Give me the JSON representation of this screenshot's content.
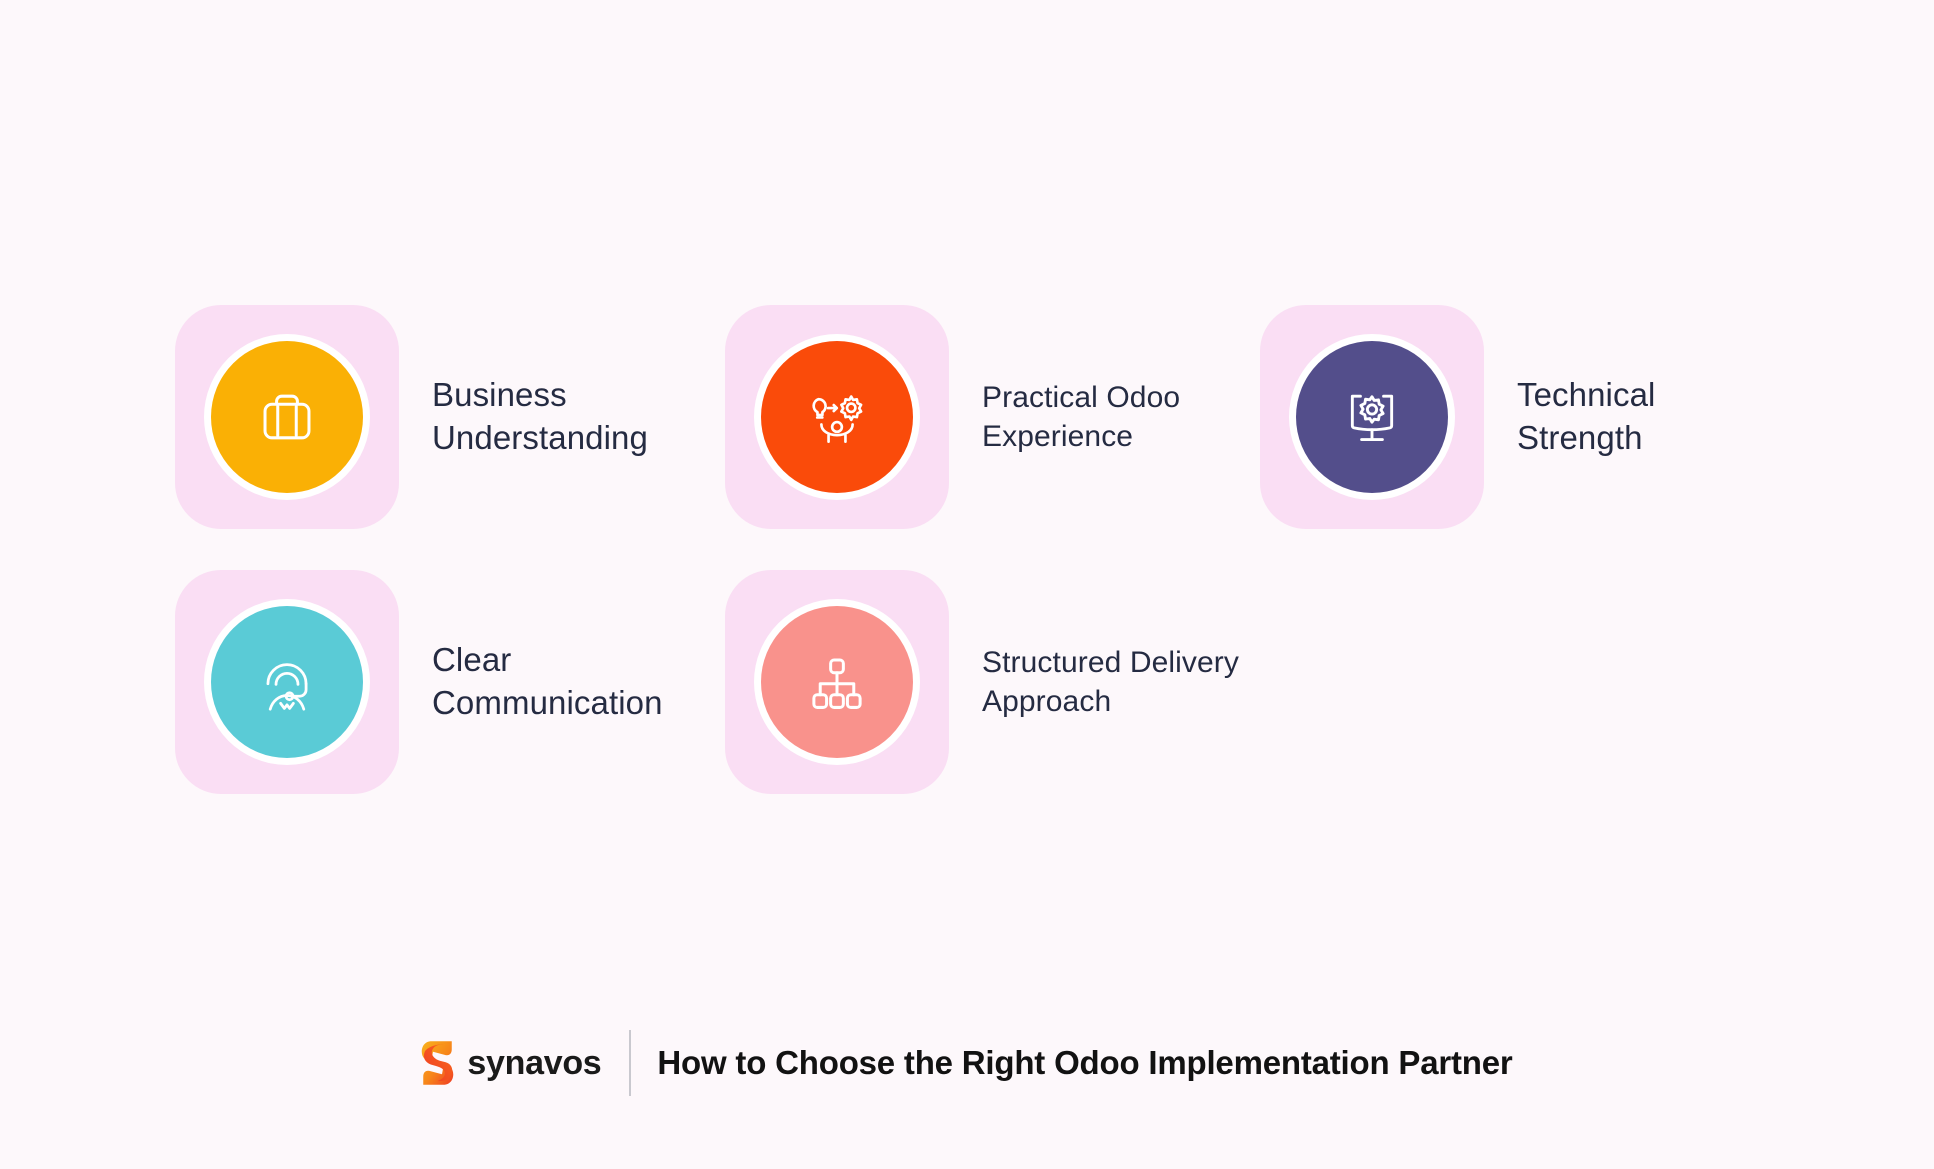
{
  "page": {
    "background_color": "#fdf8fb",
    "text_color": "#252b42",
    "tile_color": "#fadef4",
    "ring_color": "#ffffff"
  },
  "cards": [
    {
      "label": "Business\nUnderstanding",
      "icon": "briefcase-icon",
      "circle_color": "#fab005",
      "size": "normal"
    },
    {
      "label": "Practical Odoo\nExperience",
      "icon": "idea-to-gear-person-icon",
      "circle_color": "#fa4b0a",
      "size": "small"
    },
    {
      "label": "Technical Strength",
      "icon": "monitor-gear-icon",
      "circle_color": "#534e8b",
      "size": "normal"
    },
    {
      "label": "Clear\nCommunication",
      "icon": "headset-support-icon",
      "circle_color": "#5acbd6",
      "size": "normal"
    },
    {
      "label": "Structured Delivery\nApproach",
      "icon": "org-chart-icon",
      "circle_color": "#f9928c",
      "size": "small"
    }
  ],
  "footer": {
    "brand_name": "synavos",
    "brand_logo": "synavos-s-logo-icon",
    "brand_color_start": "#f9b21c",
    "brand_color_end": "#ef3b24",
    "title": "How to Choose the Right Odoo Implementation Partner",
    "divider_color": "#c9c9cf"
  }
}
